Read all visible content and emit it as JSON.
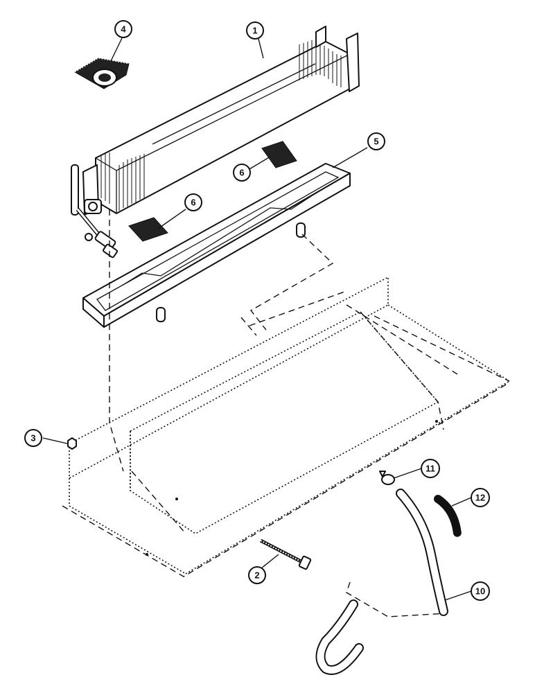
{
  "callouts": [
    {
      "id": "callout-1",
      "label": "1"
    },
    {
      "id": "callout-2",
      "label": "2"
    },
    {
      "id": "callout-3",
      "label": "3"
    },
    {
      "id": "callout-4",
      "label": "4"
    },
    {
      "id": "callout-5",
      "label": "5"
    },
    {
      "id": "callout-6a",
      "label": "6"
    },
    {
      "id": "callout-6b",
      "label": "6"
    },
    {
      "id": "callout-10",
      "label": "10"
    },
    {
      "id": "callout-11",
      "label": "11"
    },
    {
      "id": "callout-12",
      "label": "12"
    }
  ]
}
